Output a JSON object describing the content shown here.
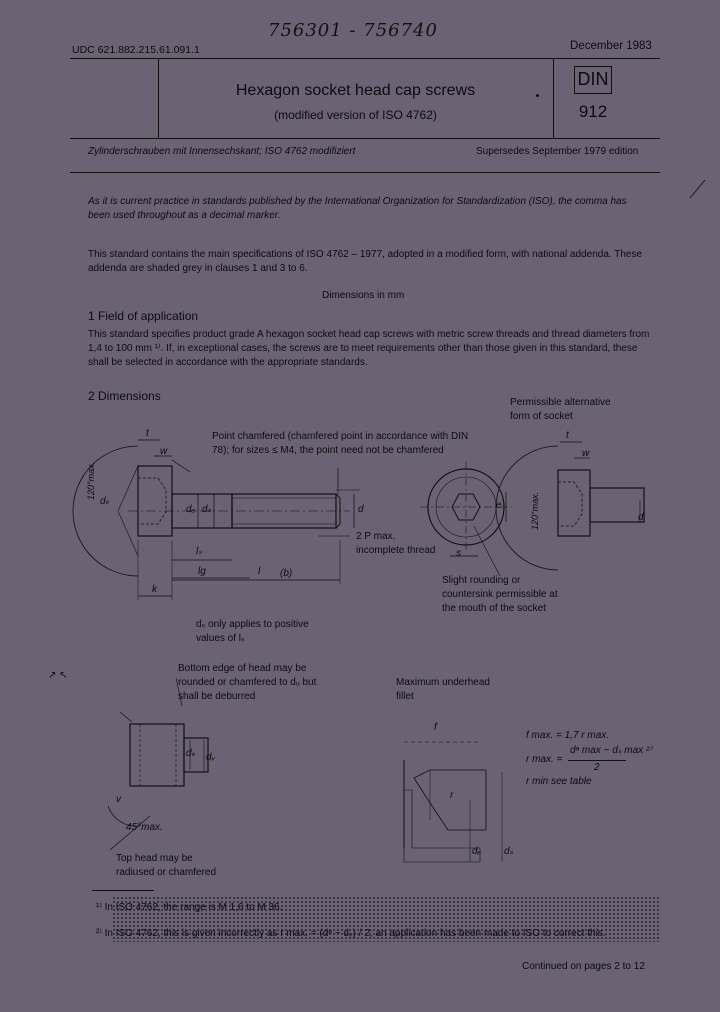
{
  "doc": {
    "handwritten_number": "756301 - 756740",
    "udc": "UDC 621.882.215.61.091.1",
    "date": "December 1983",
    "title": "Hexagon socket head cap screws",
    "subtitle": "(modified version of ISO 4762)",
    "din_label": "DIN",
    "din_number": "912",
    "german_title": "Zylinderschrauben mit Innensechskant; ISO 4762 modifiziert",
    "supersedes": "Supersedes September 1979 edition",
    "para_comma": "As it is current practice in standards published by the International Organization for Standardization (ISO), the comma has been used throughout as a decimal marker.",
    "para_addenda": "This standard contains the main specifications of ISO 4762 – 1977, adopted in a modified form, with national addenda. These addenda are shaded grey in clauses 1 and 3 to 6.",
    "dimensions_note": "Dimensions in mm",
    "section1_heading": "1   Field of application",
    "section1_text": "This standard specifies product grade A hexagon socket head cap screws with metric screw threads and thread diameters from 1,4 to 100 mm ¹⁾. If, in exceptional cases, the screws are to meet requirements other than those given in this standard, these shall be selected in accordance with the appropriate standards.",
    "section2_heading": "2   Dimensions",
    "alt_socket_label": "Permissible alternative form of socket",
    "point_chamfered_label": "Point chamfered (chamfered point in accordance with DIN 78); for sizes ≤ M4, the point need not be chamfered",
    "two_p_label": "2 P max. incomplete thread",
    "slight_rounding_label": "Slight rounding or countersink permissible at the mouth of the socket",
    "ds_note": "dₛ only applies to positive values of lₛ",
    "bottom_edge_label": "Bottom edge of head may be rounded or chamfered to dᵤ but shall be deburred",
    "max_fillet_label": "Maximum underhead fillet",
    "top_head_label": "Top head may be radiused or chamfered",
    "formula_fmax": "f max. = 1,7 r max.",
    "formula_rmax_lhs": "r max. =",
    "formula_rmax_num": "dᵃ max − dₛ max ²⁾",
    "formula_rmax_den": "2",
    "formula_rmin": "r min     see table",
    "footnote1": "¹⁾  In ISO 4762, the range is M 1,6 to M 36.",
    "footnote2": "²⁾  In ISO 4762, this is given incorrectly as r max. = (dᵃ − dₛ) / 2; an application has been made to ISO to correct this.",
    "continued": "Continued on pages 2 to 12",
    "margin_mark": "↗ ↖",
    "dim_labels": {
      "t": "t",
      "w": "w",
      "angle120": "120°max.",
      "dk": "dₖ",
      "ds": "dₛ",
      "d": "d",
      "ls": "lₛ",
      "lg": "lg",
      "l": "l",
      "b": "(b)",
      "k": "k",
      "e": "e",
      "s": "s",
      "da": "dₐ",
      "dw": "dᵥ",
      "angle45": "45°max.",
      "f": "f",
      "r": "r",
      "v": "v"
    }
  }
}
